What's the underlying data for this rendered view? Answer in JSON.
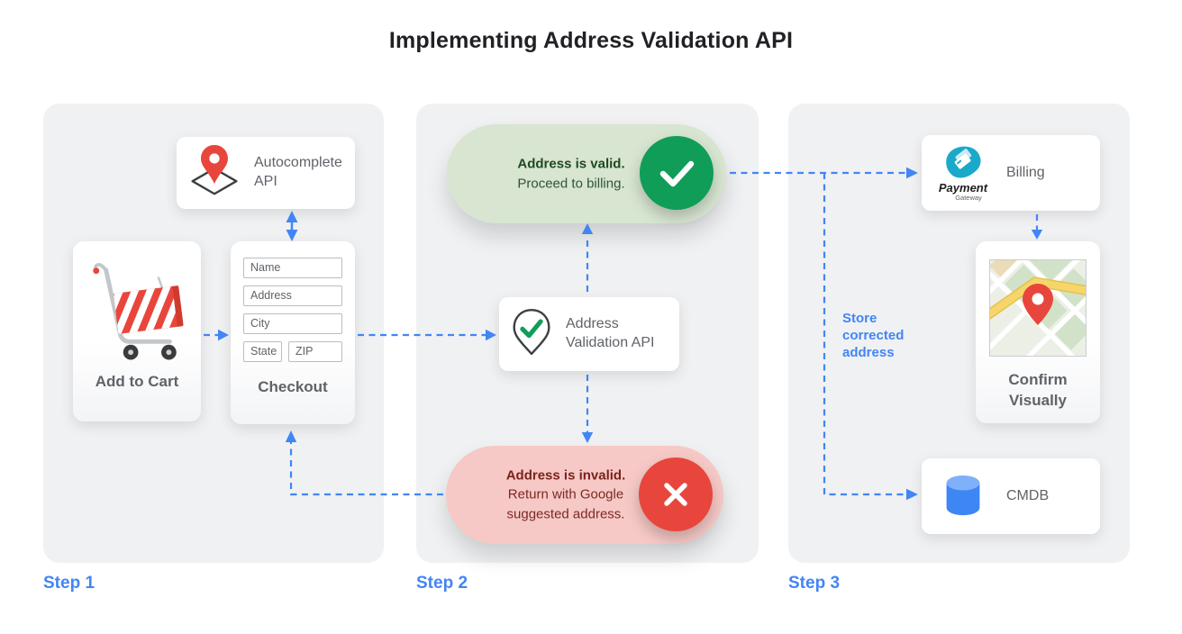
{
  "title": "Implementing Address Validation API",
  "steps": {
    "step1": {
      "label": "Step 1",
      "autocomplete_api": {
        "label": "Autocomplete API"
      },
      "add_to_cart": {
        "label": "Add to Cart"
      },
      "checkout": {
        "label": "Checkout",
        "fields": [
          "Name",
          "Address",
          "City",
          "State",
          "ZIP"
        ]
      }
    },
    "step2": {
      "label": "Step 2",
      "valid_result": {
        "heading": "Address is valid.",
        "body": "Proceed to billing."
      },
      "validation_api": {
        "label": "Address Validation API"
      },
      "invalid_result": {
        "heading": "Address is invalid.",
        "body": "Return with Google suggested address."
      }
    },
    "step3": {
      "label": "Step 3",
      "billing": {
        "label": "Billing",
        "logo_title": "Payment",
        "logo_subtitle": "Gateway"
      },
      "confirm_visually": {
        "label": "Confirm Visually"
      },
      "cmdb": {
        "label": "CMDB"
      },
      "annotation": "Store corrected address"
    }
  },
  "icons": {
    "autocomplete": "map-pin-diamond-icon",
    "add_to_cart": "shopping-cart-icon",
    "validation": "map-pin-check-icon",
    "valid": "check-icon",
    "invalid": "x-icon",
    "billing": "payment-gateway-logo",
    "confirm": "map-thumbnail",
    "cmdb": "database-cylinder-icon"
  },
  "colors": {
    "arrow_blue": "#4285f4",
    "step_label_blue": "#4285f4",
    "valid_green": "#0f9d58",
    "valid_pill_bg": "#d7e5d1",
    "valid_text_dark": "#1f4a22",
    "invalid_red": "#e8463c",
    "invalid_pill_bg": "#f6c9c6",
    "invalid_text_dark": "#7b221c",
    "panel_bg": "#f0f1f3",
    "card_text_gray": "#5f6368",
    "title_text": "#202124",
    "payment_teal": "#1ba9c9"
  }
}
